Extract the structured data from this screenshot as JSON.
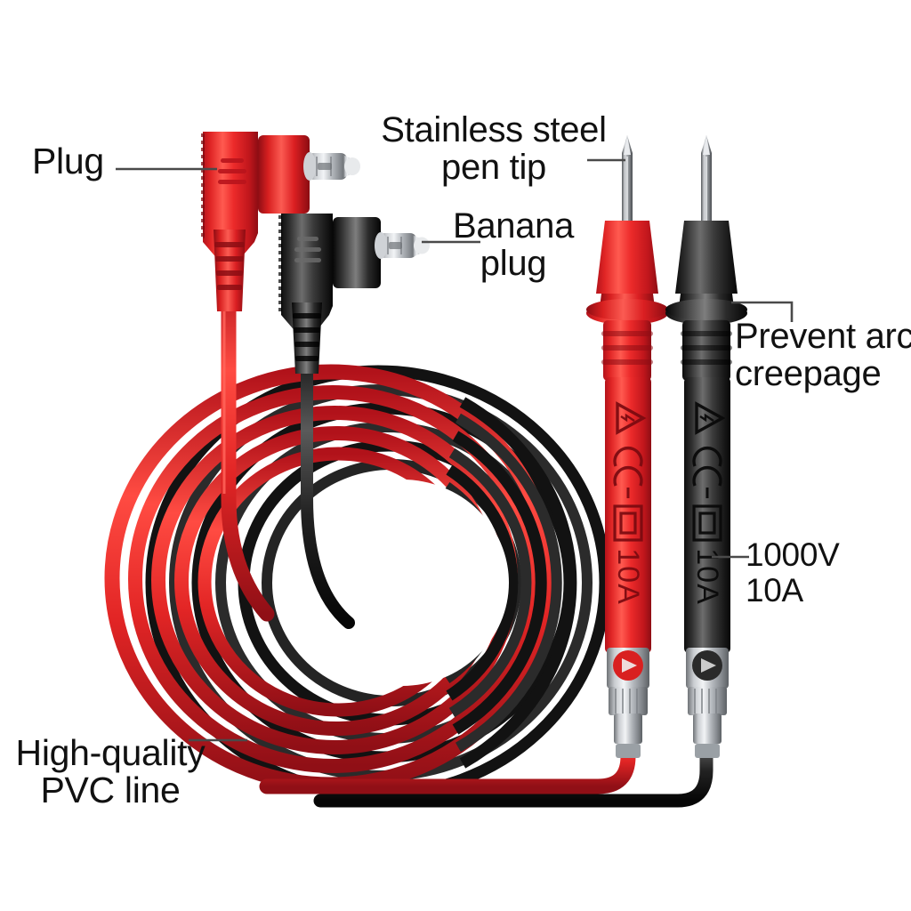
{
  "diagram": {
    "subject": "Multimeter test lead probe set",
    "background_color": "#ffffff",
    "leader_line_color": "#4a4a4a",
    "text_color": "#111111"
  },
  "callouts": [
    {
      "id": "plug",
      "text": "Plug",
      "points_to": "right-angle-red-plug"
    },
    {
      "id": "pentip",
      "text": "Stainless steel\npen tip",
      "points_to": "red-probe-needle-tip"
    },
    {
      "id": "banana",
      "text": "Banana\nplug",
      "points_to": "black-plug-banana-pin"
    },
    {
      "id": "arc",
      "text": "Prevent arc\ncreepage",
      "points_to": "black-probe-guard-flange"
    },
    {
      "id": "rating",
      "text": "1000V\n10A",
      "points_to": "black-probe-body-rating"
    },
    {
      "id": "pvc",
      "text": "High-quality\nPVC line",
      "points_to": "red-cable-coil"
    }
  ],
  "colors": {
    "red": "#ec2a2a",
    "red_dark": "#a8111a",
    "red_light": "#ff6a63",
    "black": "#1c1c1c",
    "black_light": "#7a7a7a",
    "steel": "#b9bcc0",
    "steel_dark": "#6e7276",
    "steel_light": "#eceef0"
  },
  "probes": {
    "red": {
      "color_name": "red",
      "markings": [
        "warning-triangle",
        "CE",
        "class-II-double-square",
        "10A"
      ],
      "rating_text": "10A",
      "tip_material": "stainless steel"
    },
    "black": {
      "color_name": "black",
      "markings": [
        "warning-triangle",
        "CE",
        "class-II-double-square",
        "10A"
      ],
      "rating_text": "10A",
      "tip_material": "stainless steel"
    }
  },
  "plugs": {
    "red": {
      "color_name": "red",
      "type": "right-angle banana plug"
    },
    "black": {
      "color_name": "black",
      "type": "right-angle banana plug"
    }
  },
  "cable": {
    "description": "coiled PVC test lead wire",
    "red_loops": 5,
    "black_loops": 5
  }
}
